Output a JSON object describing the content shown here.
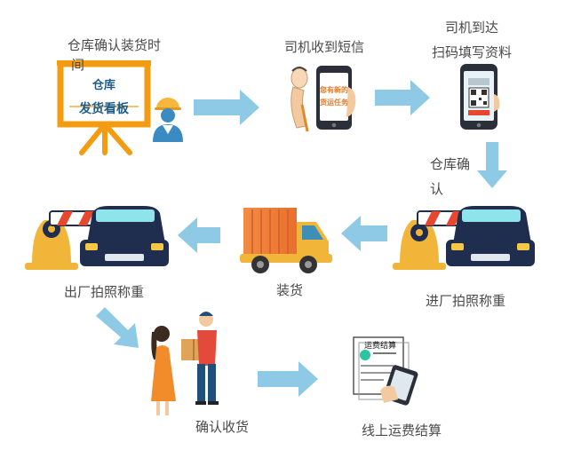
{
  "steps": {
    "warehouse_confirm": {
      "label_line1": "仓库确认装货时",
      "label_line2": "间"
    },
    "board": {
      "line1": "仓库",
      "line2": "发货看板"
    },
    "driver_sms": {
      "label": "司机收到短信",
      "phone_line1": "您有新的",
      "phone_line2": "货运任务"
    },
    "driver_arrive": {
      "label_line1": "司机到达",
      "label_line2": "扫码填写资料"
    },
    "warehouse_ack": {
      "label_line1": "仓库确",
      "label_line2": "认"
    },
    "enter_weigh": {
      "label": "进厂拍照称重"
    },
    "loading": {
      "label": "装货"
    },
    "exit_weigh": {
      "label": "出厂拍照称重"
    },
    "receive_confirm": {
      "label": "确认收货"
    },
    "doc": {
      "title": "运费结算"
    },
    "online_settle": {
      "label": "线上运费结算"
    }
  },
  "colors": {
    "arrow": "#8ecae6",
    "board_frame": "#f39c12",
    "truck_orange": "#f0813a",
    "barrier_red": "#e8472f",
    "navy": "#1f2d4f",
    "phone_dark": "#2a2f3a"
  }
}
